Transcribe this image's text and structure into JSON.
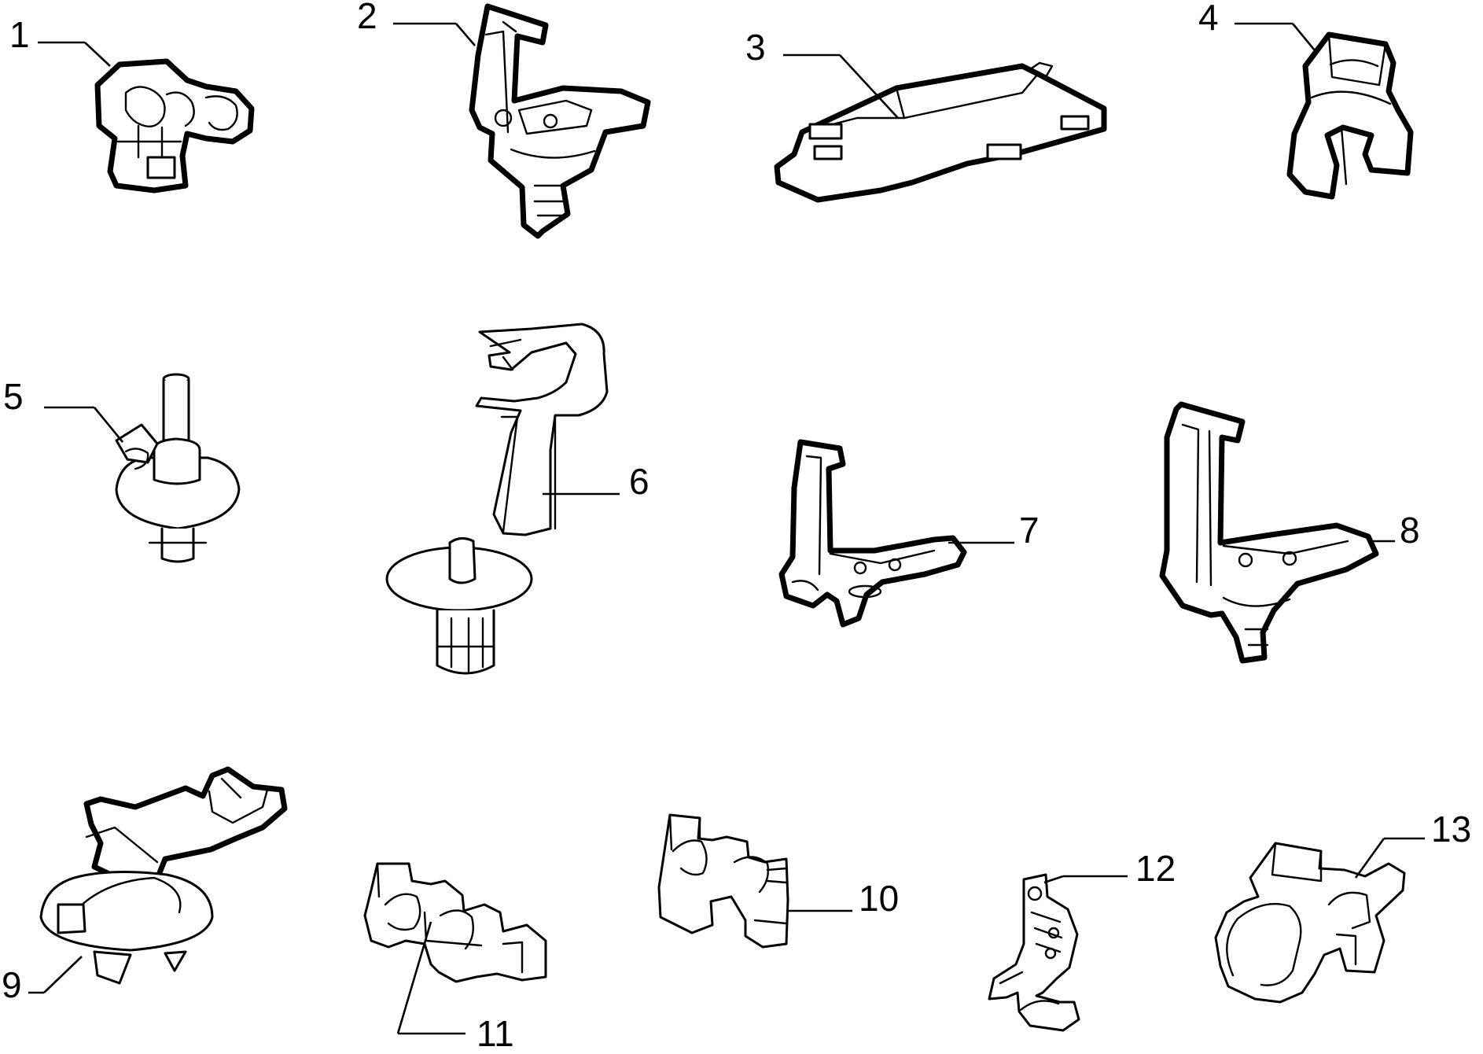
{
  "colors": {
    "ink": "#000000",
    "paper": "#ffffff"
  },
  "labels": [
    {
      "id": "1",
      "text": "1"
    },
    {
      "id": "2",
      "text": "2"
    },
    {
      "id": "3",
      "text": "3"
    },
    {
      "id": "4",
      "text": "4"
    },
    {
      "id": "5",
      "text": "5"
    },
    {
      "id": "6",
      "text": "6"
    },
    {
      "id": "7",
      "text": "7"
    },
    {
      "id": "8",
      "text": "8"
    },
    {
      "id": "9",
      "text": "9"
    },
    {
      "id": "10",
      "text": "10"
    },
    {
      "id": "11",
      "text": "11"
    },
    {
      "id": "12",
      "text": "12"
    },
    {
      "id": "13",
      "text": "13"
    }
  ]
}
